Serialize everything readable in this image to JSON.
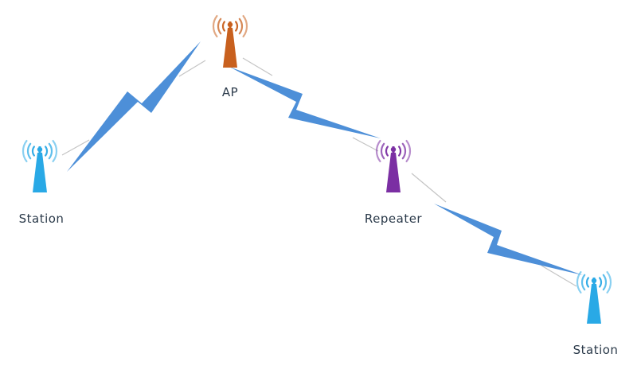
{
  "nodes": [
    {
      "id": "ap",
      "label": "AP",
      "color": "#c8601e",
      "icon": "antenna-tower-icon"
    },
    {
      "id": "station-left",
      "label": "Station",
      "color": "#29a9e6",
      "icon": "antenna-tower-icon"
    },
    {
      "id": "repeater",
      "label": "Repeater",
      "color": "#7b2fa3",
      "icon": "antenna-tower-icon"
    },
    {
      "id": "station-right",
      "label": "Station",
      "color": "#29a9e6",
      "icon": "antenna-tower-icon"
    }
  ],
  "links": [
    {
      "from": "station-left",
      "to": "ap",
      "icon": "wireless-link-bolt-icon"
    },
    {
      "from": "ap",
      "to": "repeater",
      "icon": "wireless-link-bolt-icon"
    },
    {
      "from": "repeater",
      "to": "station-right",
      "icon": "wireless-link-bolt-icon"
    }
  ],
  "colors": {
    "bolt": "#4d8fd8",
    "guide_line": "#c4c4c4"
  }
}
